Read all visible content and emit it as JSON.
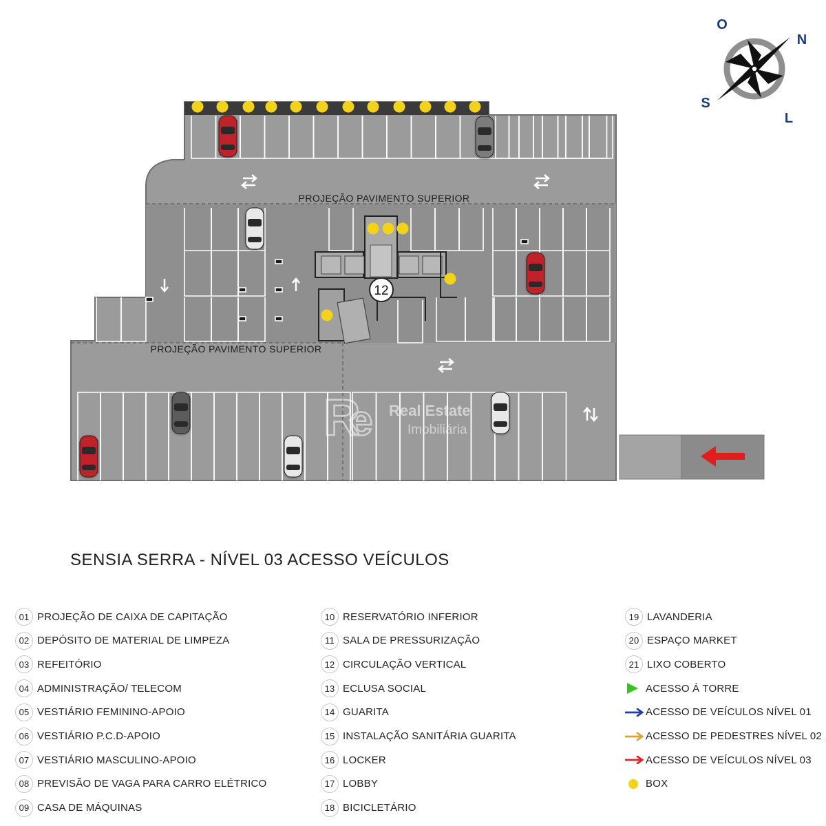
{
  "compass": {
    "north": "N",
    "south": "S",
    "east": "L",
    "west": "O"
  },
  "plan": {
    "projection_label_top": "PROJEÇÃO PAVIMENTO SUPERIOR",
    "projection_label_bottom": "PROJEÇÃO PAVIMENTO SUPERIOR",
    "core_number": "12",
    "watermark_title": "Real Estate",
    "watermark_subtitle": "Imobiliária",
    "colors": {
      "slab": "#9a9a9a",
      "covered": "#8d8d8d",
      "box": "#f2d21b",
      "car_red": "#c0242b",
      "entry_arrow": "#e11d1d"
    }
  },
  "title": "SENSIA SERRA - NÍVEL 03 ACESSO VEÍCULOS",
  "legend": {
    "col1": [
      {
        "num": "01",
        "label": "PROJEÇÃO DE CAIXA DE CAPITAÇÃO"
      },
      {
        "num": "02",
        "label": "DEPÓSITO DE MATERIAL DE LIMPEZA"
      },
      {
        "num": "03",
        "label": "REFEITÓRIO"
      },
      {
        "num": "04",
        "label": "ADMINISTRAÇÃO/ TELECOM"
      },
      {
        "num": "05",
        "label": "VESTIÁRIO FEMININO-APOIO"
      },
      {
        "num": "06",
        "label": "VESTIÁRIO P.C.D-APOIO"
      },
      {
        "num": "07",
        "label": "VESTIÁRIO MASCULINO-APOIO"
      },
      {
        "num": "08",
        "label": "PREVISÃO DE VAGA PARA CARRO ELÉTRICO"
      },
      {
        "num": "09",
        "label": "CASA DE MÁQUINAS"
      }
    ],
    "col2": [
      {
        "num": "10",
        "label": "RESERVATÓRIO INFERIOR"
      },
      {
        "num": "11",
        "label": "SALA DE PRESSURIZAÇÃO"
      },
      {
        "num": "12",
        "label": "CIRCULAÇÃO VERTICAL"
      },
      {
        "num": "13",
        "label": "ECLUSA SOCIAL"
      },
      {
        "num": "14",
        "label": "GUARITA"
      },
      {
        "num": "15",
        "label": "INSTALAÇÃO SANITÁRIA GUARITA"
      },
      {
        "num": "16",
        "label": "LOCKER"
      },
      {
        "num": "17",
        "label": "LOBBY"
      },
      {
        "num": "18",
        "label": "BICICLETÁRIO"
      }
    ],
    "col3": [
      {
        "num": "19",
        "label": "LAVANDERIA"
      },
      {
        "num": "20",
        "label": "ESPAÇO MARKET"
      },
      {
        "num": "21",
        "label": "LIXO COBERTO"
      },
      {
        "sym": "triangle",
        "color": "#35c41c",
        "label": "ACESSO Á TORRE"
      },
      {
        "sym": "arrow",
        "color": "#1f3fa6",
        "label": "ACESSO DE VEÍCULOS NÍVEL 01"
      },
      {
        "sym": "arrow",
        "color": "#d9a23a",
        "label": "ACESSO DE PEDESTRES NÍVEL 02"
      },
      {
        "sym": "arrow",
        "color": "#e02727",
        "label": "ACESSO DE VEÍCULOS NÍVEL 03"
      },
      {
        "sym": "dot",
        "color": "#f2d21b",
        "label": "BOX"
      }
    ]
  }
}
